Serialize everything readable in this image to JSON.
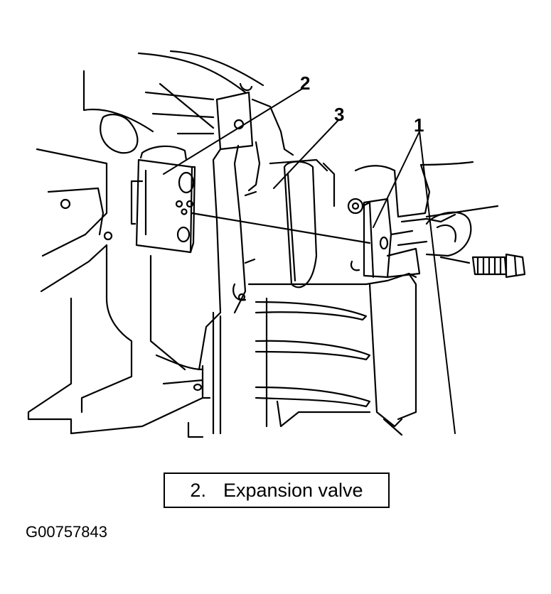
{
  "callouts": [
    {
      "id": "1",
      "label": "1"
    },
    {
      "id": "2",
      "label": "2"
    },
    {
      "id": "3",
      "label": "3"
    }
  ],
  "legend": {
    "number": "2.",
    "text": "Expansion valve"
  },
  "figure_id": "G00757843",
  "colors": {
    "ink": "#000000",
    "paper": "#ffffff"
  }
}
